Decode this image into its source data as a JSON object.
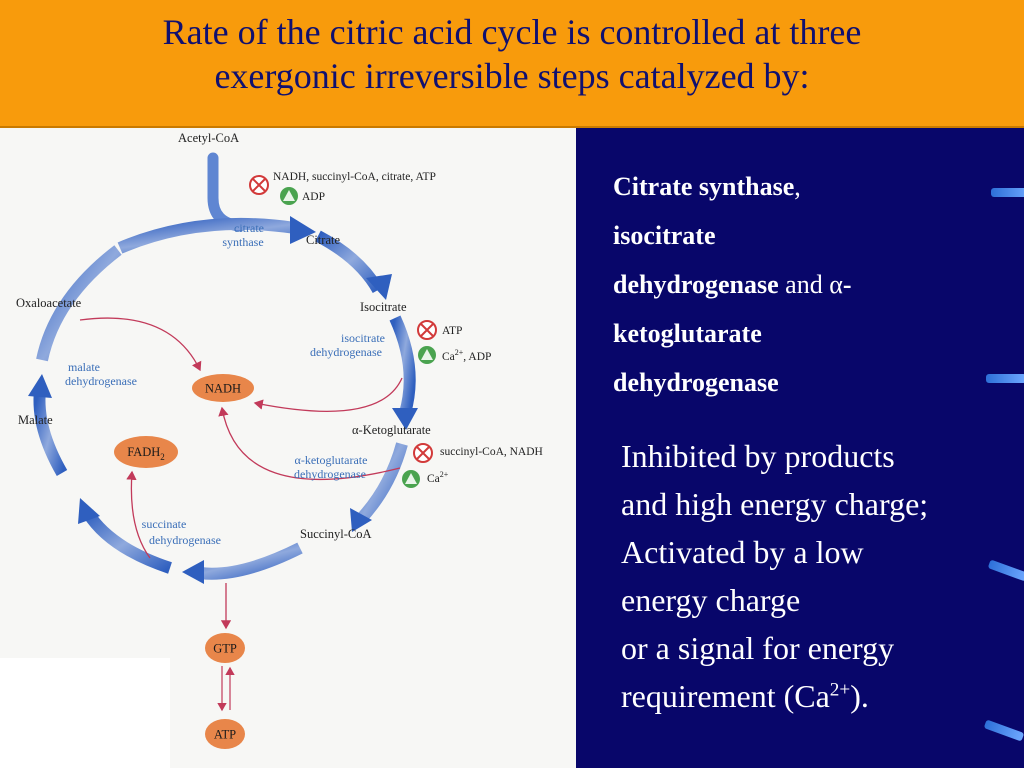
{
  "title": {
    "line1": "Rate of the citric acid cycle is controlled at three",
    "line2": "exergonic irreversible steps catalyzed by:"
  },
  "diagram": {
    "metabolites": {
      "acetyl_coa": "Acetyl-CoA",
      "citrate": "Citrate",
      "isocitrate": "Isocitrate",
      "alpha_ketoglutarate": "α-Ketoglutarate",
      "succinyl_coa": "Succinyl-CoA",
      "malate": "Malate",
      "oxaloacetate": "Oxaloacetate"
    },
    "enzymes": {
      "citrate_synthase_1": "citrate",
      "citrate_synthase_2": "synthase",
      "isocitrate_dh_1": "isocitrate",
      "isocitrate_dh_2": "dehydrogenase",
      "akg_dh_1": "α-ketoglutarate",
      "akg_dh_2": "dehydrogenase",
      "succinate_dh_1": "succinate",
      "succinate_dh_2": "dehydrogenase",
      "malate_dh_1": "malate",
      "malate_dh_2": "dehydrogenase"
    },
    "regulation": {
      "cs_inhibitors": "NADH, succinyl-CoA, citrate, ATP",
      "cs_activators": "ADP",
      "idh_inhibitors": "ATP",
      "idh_activators_base": "Ca",
      "idh_activators_sup": "2+",
      "idh_activators_rest": ", ADP",
      "akg_inhibitors": "succinyl-CoA, NADH",
      "akg_activators_base": "Ca",
      "akg_activators_sup": "2+"
    },
    "products": {
      "nadh": "NADH",
      "fadh2_base": "FADH",
      "fadh2_sub": "2",
      "gtp": "GTP",
      "atp": "ATP"
    },
    "colors": {
      "cycle_arrow": "#3d6cc4",
      "nadh_oval": "#e8864a",
      "inhibit_symbol": "#d23a3a",
      "activate_symbol": "#3f9a44",
      "thin_arrow": "#c23a5a"
    }
  },
  "right_panel": {
    "enzyme1": "Citrate synthase",
    "comma1": ",",
    "enzyme2": "isocitrate",
    "enzyme3": "dehydrogenase",
    "and_text": " and ",
    "alpha": "α",
    "hyphen": "-",
    "enzyme4": "ketoglutarate",
    "enzyme5": "dehydrogenase",
    "desc": {
      "line1": "Inhibited by products",
      "line2": "and high energy charge;",
      "line3": "Activated by a low",
      "line4": "energy charge",
      "line5": "or a signal for energy",
      "line6_base": "requirement (Ca",
      "line6_sup": "2+",
      "line6_end": ")."
    }
  }
}
